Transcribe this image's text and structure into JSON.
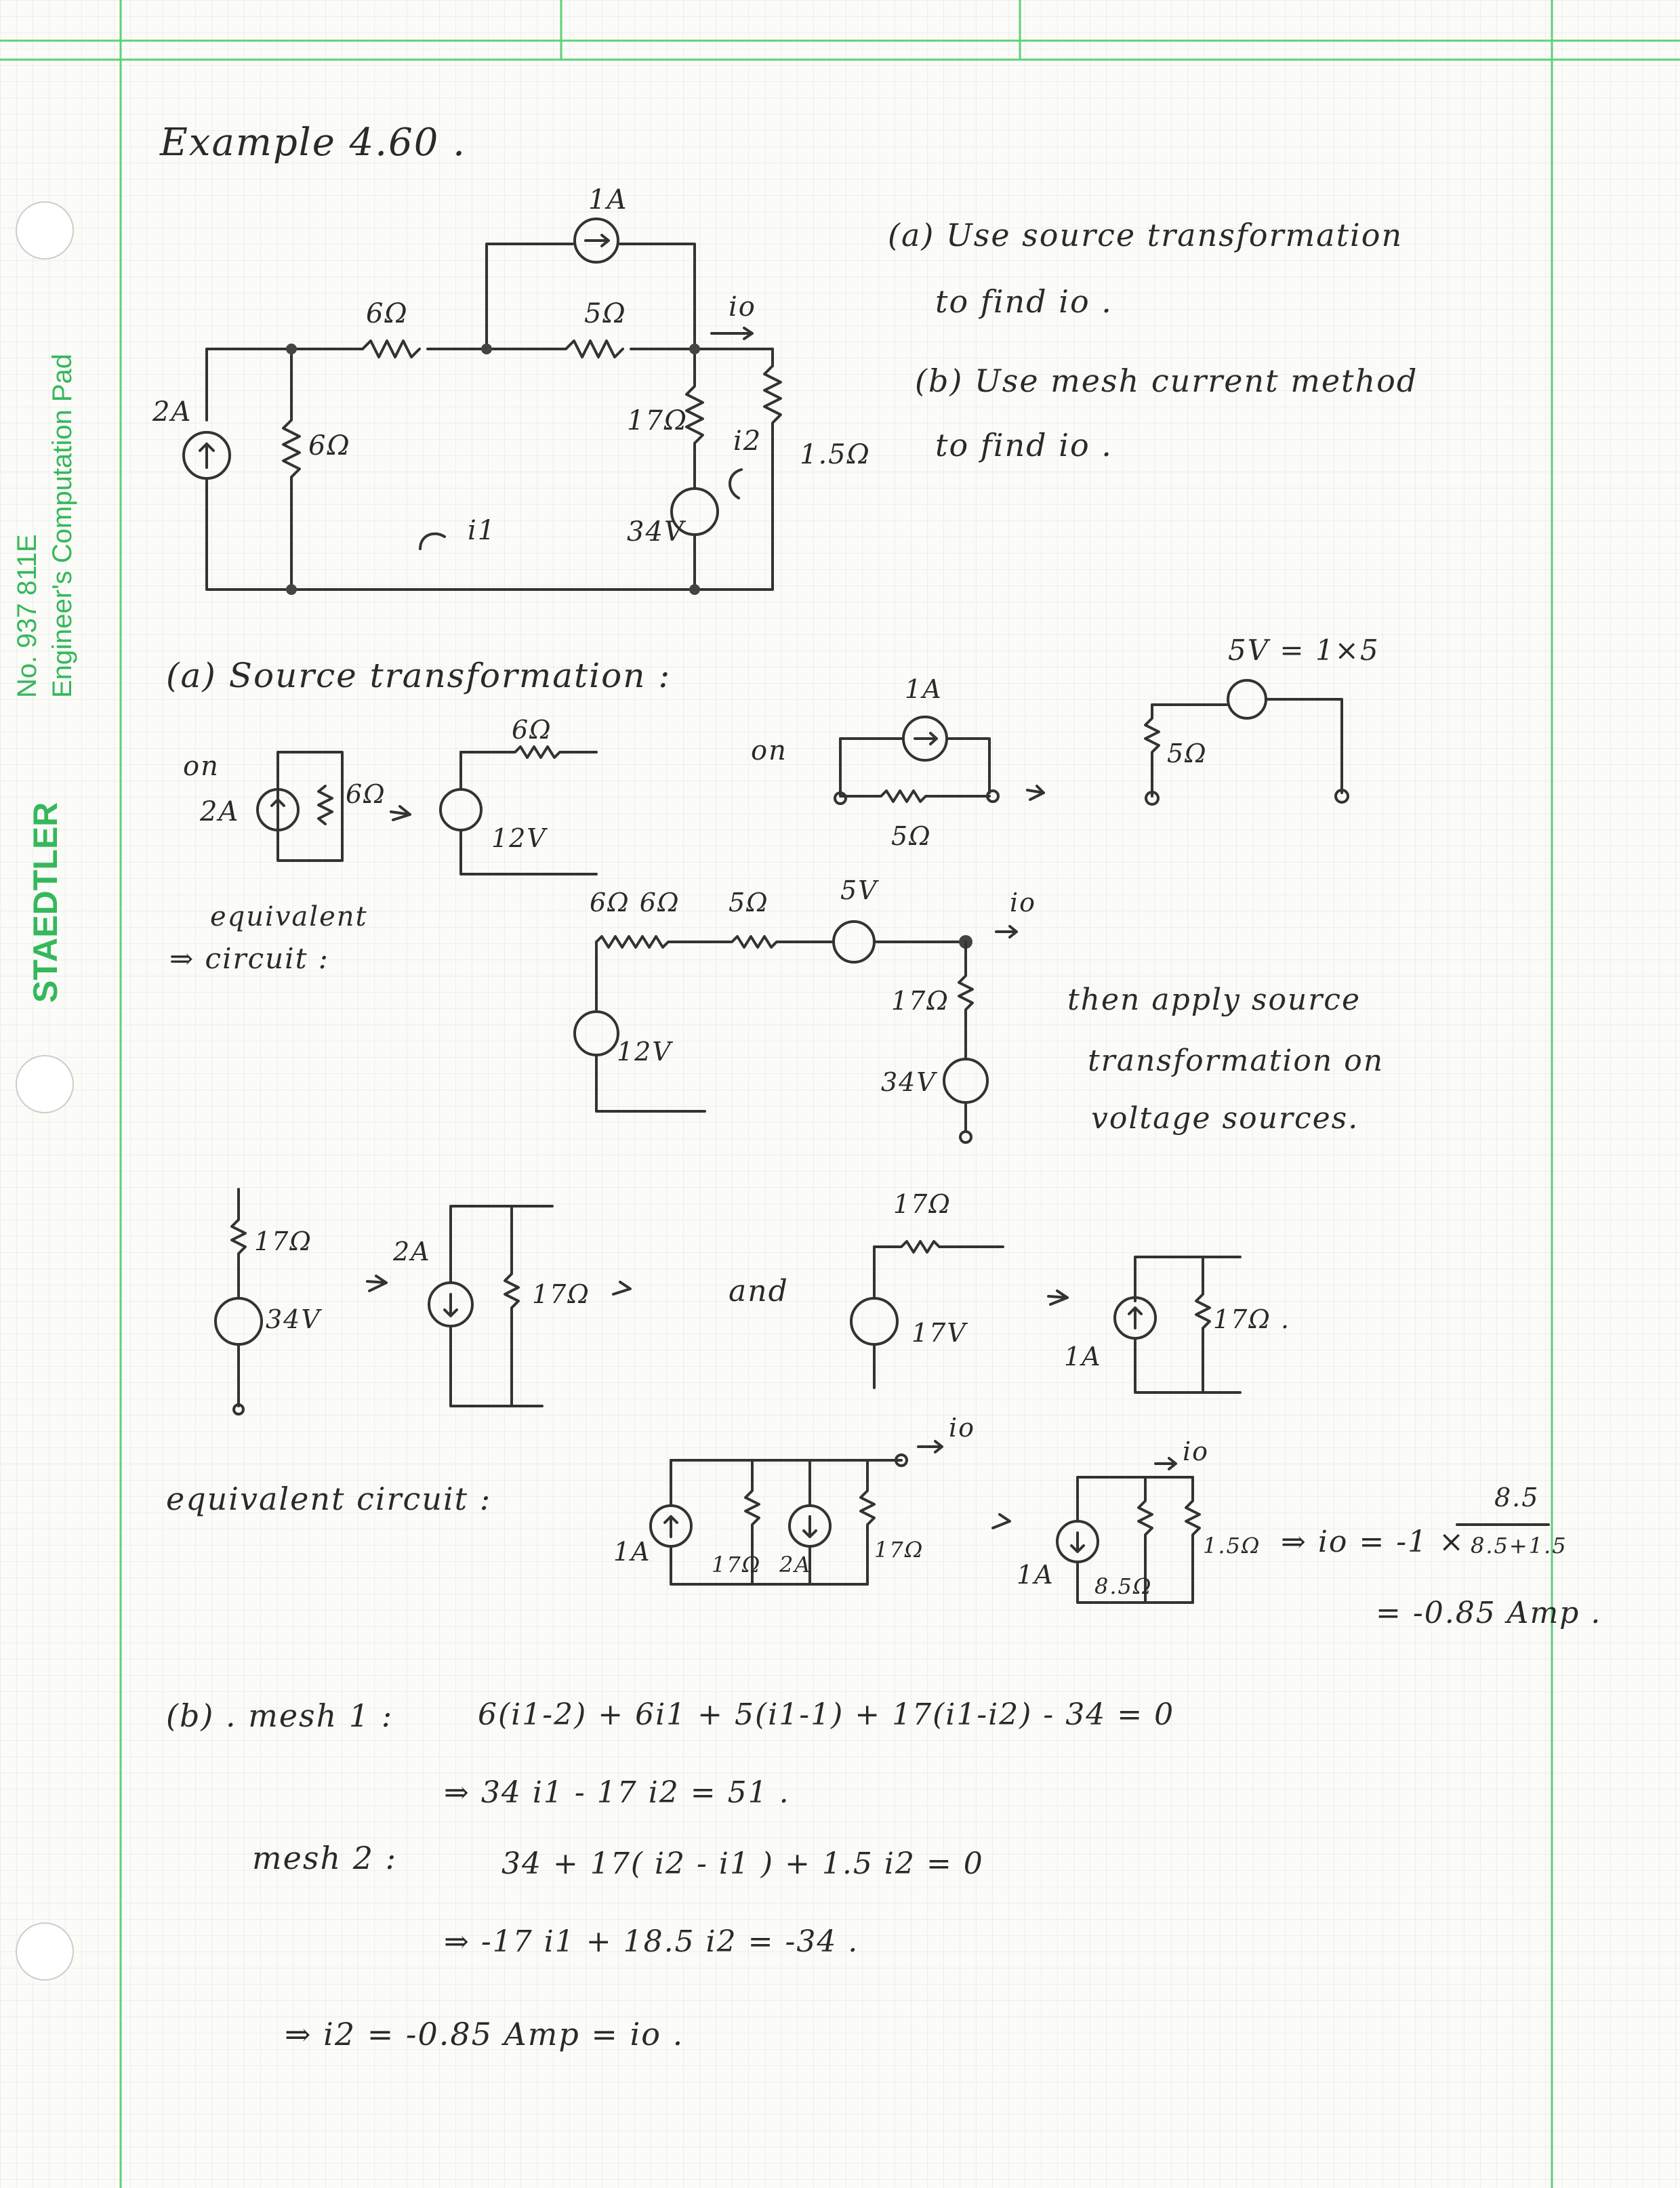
{
  "pad": {
    "brand": "STAEDTLER",
    "product_line": "No. 937 811E",
    "product_name": "Engineer's Computation Pad"
  },
  "colors": {
    "grid_green": "#5fd07a",
    "ink": "#2a2a2a"
  },
  "title": "Example 4.60 .",
  "problem": {
    "a_line1": "(a) Use source transformation",
    "a_line2": "to find io .",
    "b_line1": "(b) Use mesh current method",
    "b_line2": "to find io ."
  },
  "circuit_main": {
    "labels": [
      "1A",
      "6Ω",
      "5Ω",
      "io",
      "2A",
      "6Ω",
      "17Ω",
      "i2",
      "1.5Ω",
      "i1",
      "34V"
    ]
  },
  "part_a": {
    "heading": "(a)  Source transformation :",
    "on1": "on",
    "src1_labels": [
      "2A",
      "6Ω"
    ],
    "res1_labels": [
      "6Ω",
      "12V"
    ],
    "on2": "on",
    "src2_labels": [
      "1A",
      "5Ω"
    ],
    "formula": "5V = 1×5",
    "res2_labels": [
      "5Ω"
    ],
    "equiv_label": "equivalent",
    "equiv_label2": "⇒ circuit :",
    "equiv_circuit_labels": [
      "6Ω 6Ω",
      "5Ω",
      "5V",
      "io",
      "17Ω",
      "12V",
      "34V"
    ],
    "note1": "then apply source",
    "note2": "transformation on",
    "note3": "voltage sources.",
    "row3_labels": [
      "17Ω",
      "34V",
      "2A",
      "17Ω",
      "and",
      "17Ω",
      "17V",
      "1A",
      "17Ω ."
    ],
    "equiv2_label": "equivalent circuit :",
    "equiv2_labels": [
      "io",
      "1A",
      "17Ω",
      "2A",
      "17Ω"
    ],
    "final_labels": [
      "io",
      "1A",
      "8.5Ω",
      "1.5Ω"
    ],
    "result_line1": "⇒ io = -1 ×",
    "result_num": "8.5",
    "result_den": "8.5+1.5",
    "result_line2": "= -0.85 Amp ."
  },
  "part_b": {
    "mesh1_label": "(b) . mesh 1 :",
    "mesh1_eq": "6(i1-2) + 6i1 + 5(i1-1) + 17(i1-i2) - 34 = 0",
    "mesh1_simpl": "⇒ 34 i1 - 17 i2 = 51 .",
    "mesh2_label": "mesh  2 :",
    "mesh2_eq": "34 + 17( i2 - i1 ) + 1.5 i2 = 0",
    "mesh2_simpl": "⇒ -17 i1 + 18.5 i2 = -34 .",
    "answer": "⇒  i2 = -0.85  Amp = io ."
  }
}
